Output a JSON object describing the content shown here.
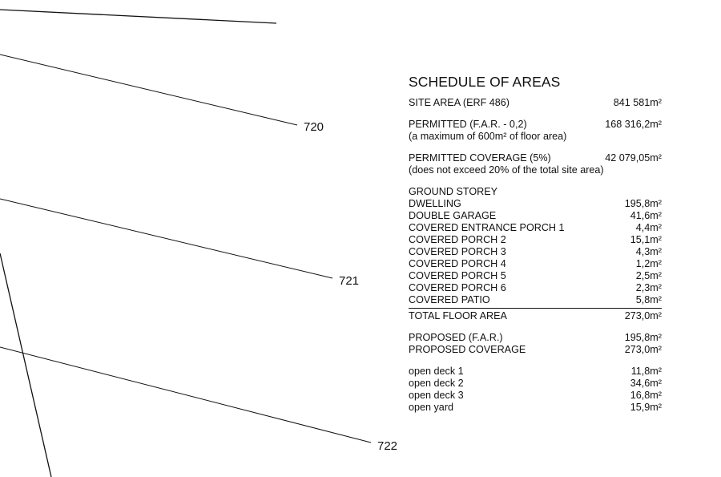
{
  "contours": [
    {
      "label": "720"
    },
    {
      "label": "721"
    },
    {
      "label": "722"
    }
  ],
  "schedule": {
    "title": "SCHEDULE OF AREAS",
    "site_area": {
      "label": "SITE AREA (ERF 486)",
      "value": "841 581m²"
    },
    "permitted_far": {
      "label": "PERMITTED (F.A.R. - 0,2)",
      "value": "168 316,2m²",
      "note": "(a maximum of 600m² of floor area)"
    },
    "permitted_coverage": {
      "label": "PERMITTED COVERAGE (5%)",
      "value": "42 079,05m²",
      "note": "(does not exceed 20% of the total site area)"
    },
    "ground_storey": {
      "heading": "GROUND STOREY",
      "items": [
        {
          "label": "DWELLING",
          "value": "195,8m²"
        },
        {
          "label": "DOUBLE GARAGE",
          "value": "41,6m²"
        },
        {
          "label": "COVERED ENTRANCE PORCH 1",
          "value": "4,4m²"
        },
        {
          "label": "COVERED PORCH 2",
          "value": "15,1m²"
        },
        {
          "label": "COVERED PORCH 3",
          "value": "4,3m²"
        },
        {
          "label": "COVERED PORCH 4",
          "value": "1,2m²"
        },
        {
          "label": "COVERED PORCH 5",
          "value": "2,5m²"
        },
        {
          "label": "COVERED PORCH 6",
          "value": "2,3m²"
        },
        {
          "label": "COVERED PATIO",
          "value": "5,8m²"
        }
      ]
    },
    "total_floor_area": {
      "label": "TOTAL FLOOR AREA",
      "value": "273,0m²"
    },
    "proposed": [
      {
        "label": "PROPOSED (F.A.R.)",
        "value": "195,8m²"
      },
      {
        "label": "PROPOSED COVERAGE",
        "value": "273,0m²"
      }
    ],
    "open_areas": [
      {
        "label": "open deck 1",
        "value": "11,8m²"
      },
      {
        "label": "open deck 2",
        "value": "34,6m²"
      },
      {
        "label": "open deck 3",
        "value": "16,8m²"
      },
      {
        "label": "open yard",
        "value": "15,9m²"
      }
    ]
  }
}
